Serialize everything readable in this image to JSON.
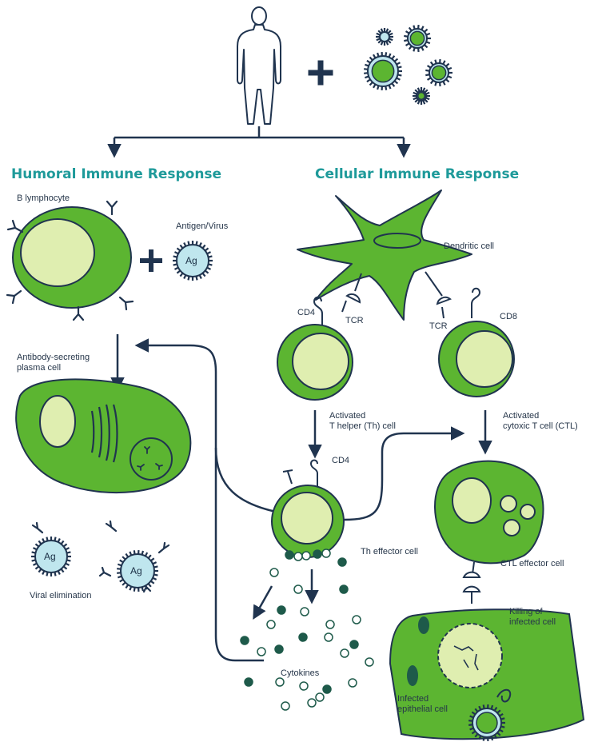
{
  "headings": {
    "humoral": "Humoral Immune Response",
    "cellular": "Cellular Immune Response"
  },
  "labels": {
    "b_lymphocyte": "B lymphocyte",
    "antigen_virus": "Antigen/Virus",
    "ag": "Ag",
    "antibody_secreting_1": "Antibody-secreting",
    "antibody_secreting_2": "plasma cell",
    "viral_elimination": "Viral elimination",
    "dendritic_cell": "Dendritic cell",
    "cd4": "CD4",
    "cd8": "CD8",
    "tcr": "TCR",
    "activated_th_1": "Activated",
    "activated_th_2": "T helper (Th) cell",
    "activated_ctl_1": "Activated",
    "activated_ctl_2": "cytoxic T cell (CTL)",
    "th_effector": "Th effector cell",
    "ctl_effector": "CTL effector cell",
    "cytokines": "Cytokines",
    "killing_1": "Killing of",
    "killing_2": "infected cell",
    "infected_1": "Infected",
    "infected_2": "epithelial cell"
  },
  "colors": {
    "cell_green": "#5cb531",
    "nucleus": "#dfeeb0",
    "outline": "#20344f",
    "heading_teal": "#1e9a9a",
    "cytokine_dark": "#1e5a4a",
    "virus_bg": "#bfe6ee"
  }
}
